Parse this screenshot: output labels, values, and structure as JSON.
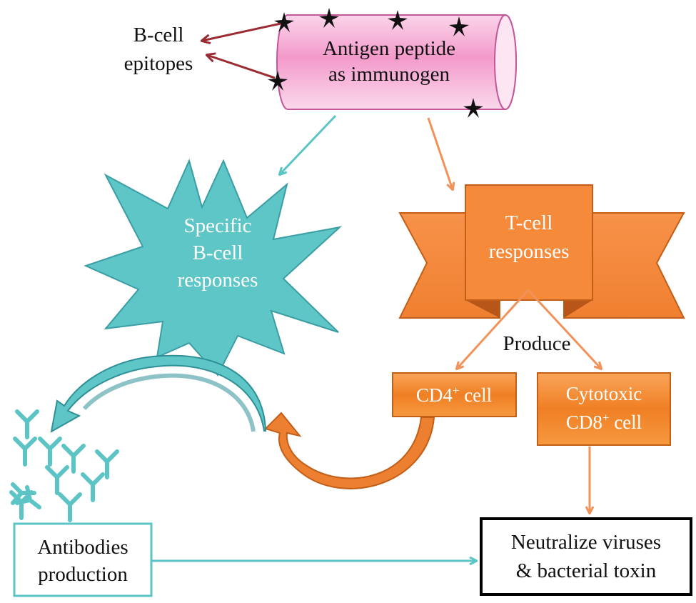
{
  "antigen": {
    "line1": "Antigen  peptide",
    "line2": "as immunogen"
  },
  "b_cell_epitopes": {
    "line1": "B-cell",
    "line2": "epitopes"
  },
  "specific_b_cell": {
    "line1": "Specific",
    "line2": "B-cell",
    "line3": "responses"
  },
  "t_cell": {
    "line1": "T-cell",
    "line2": "responses"
  },
  "produce_label": "Produce",
  "cd4": {
    "prefix": "CD4",
    "sup": "+",
    "suffix": " cell"
  },
  "cd8": {
    "line1": "Cytotoxic",
    "line2_prefix": "CD8",
    "line2_sup": "+",
    "line2_suffix": " cell"
  },
  "antibodies": {
    "line1": "Antibodies",
    "line2": "production"
  },
  "neutralize": {
    "line1": "Neutralize  viruses",
    "line2": "& bacterial toxin"
  },
  "colors": {
    "teal": "#5cc4c4",
    "teal_dark": "#2f8f97",
    "orange": "#f58a3a",
    "orange_dark": "#d9691f",
    "pink": "#f6a8d3",
    "dark_red": "#9b2c33"
  }
}
